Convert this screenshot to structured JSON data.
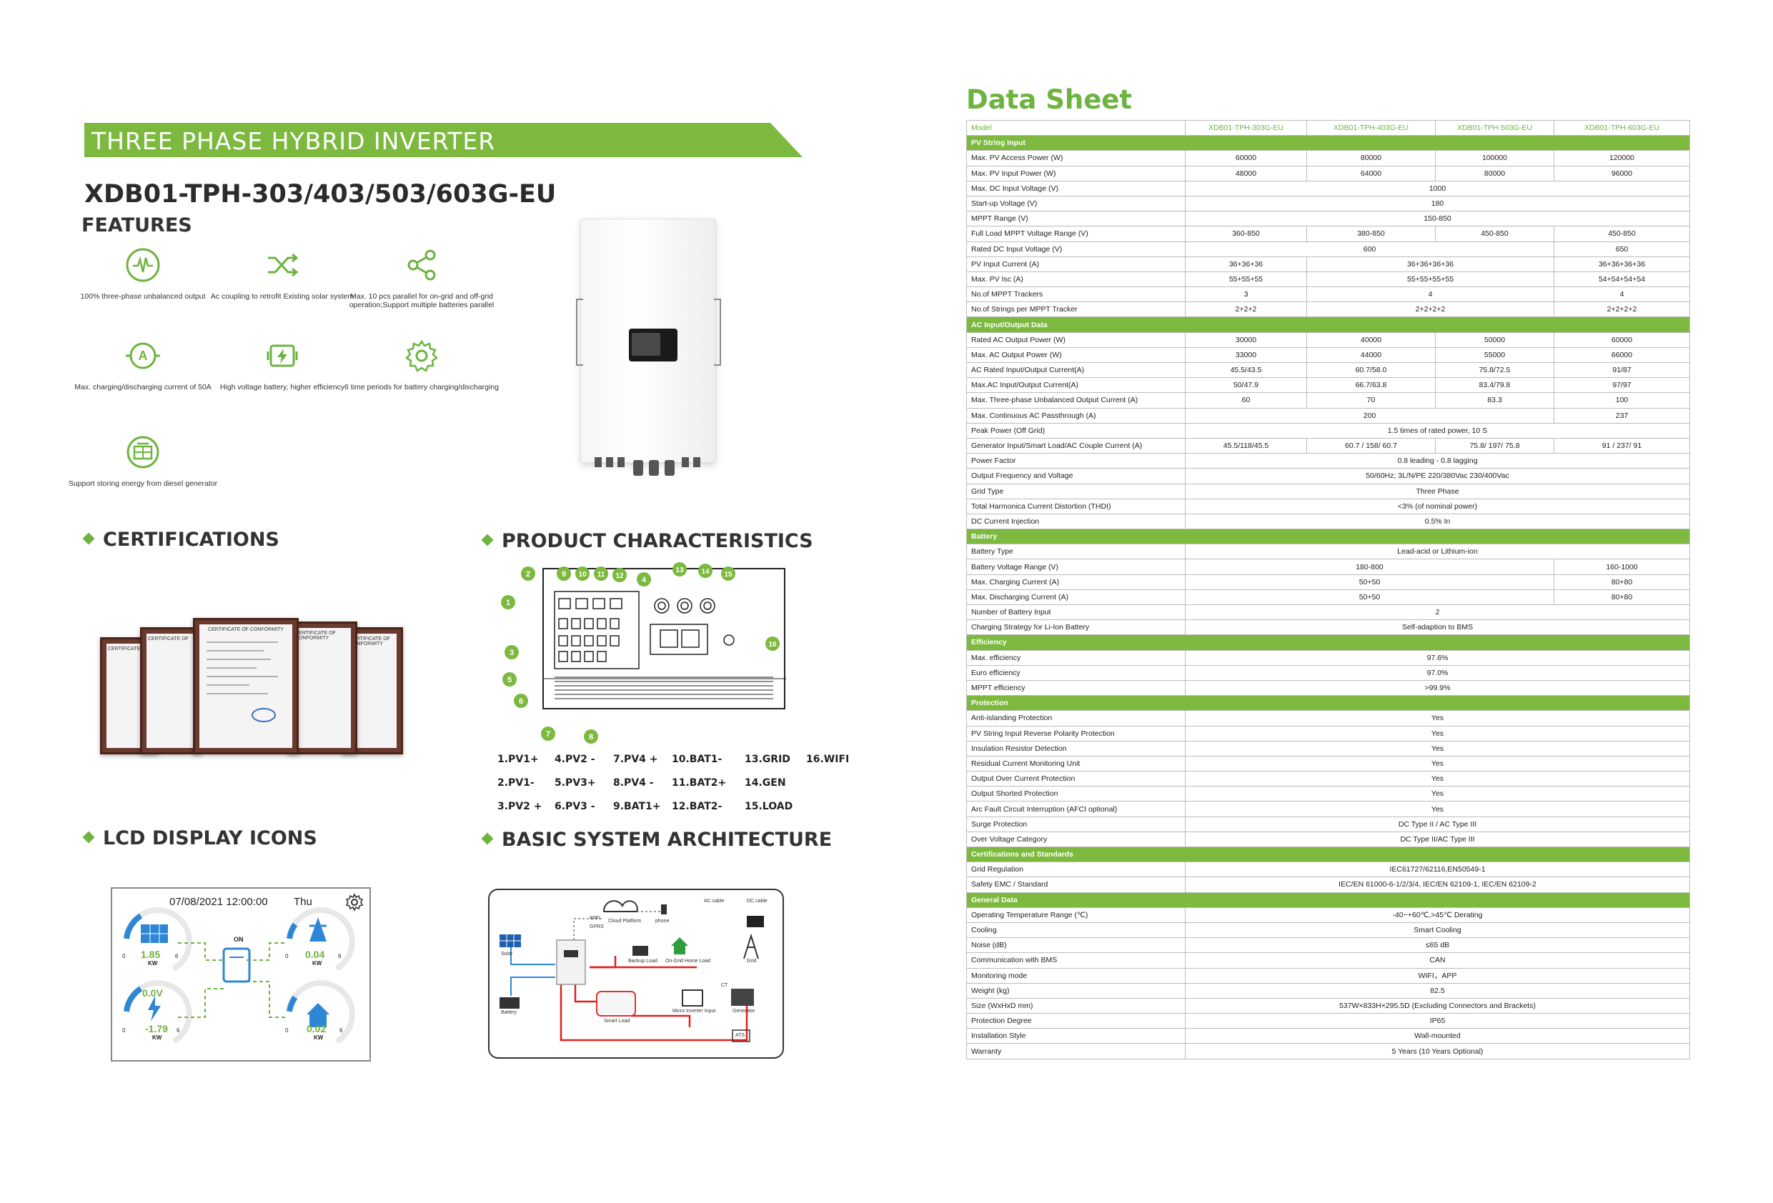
{
  "header": {
    "banner": "THREE PHASE HYBRID INVERTER",
    "model": "XDB01-TPH-303/403/503/603G-EU"
  },
  "colors": {
    "accent": "#6db33f",
    "banner": "#7cb93e",
    "frame": "#6b3a2e"
  },
  "features": {
    "title": "FEATURES",
    "items": [
      {
        "icon": "waveform-circle-icon",
        "label": "100% three-phase unbalanced output"
      },
      {
        "icon": "shuffle-arrows-icon",
        "label": "Ac coupling to retrofit Existing solar system"
      },
      {
        "icon": "share-nodes-icon",
        "label": "Max. 10 pcs parallel for on-grid and off-grid operation;Support multiple batteries parallel"
      },
      {
        "icon": "ampere-circle-icon",
        "label": "Max. charging/discharging current of 50A"
      },
      {
        "icon": "battery-charge-icon",
        "label": "High voltage battery, higher efficiency"
      },
      {
        "icon": "gear-icon",
        "label": "6 time periods for battery charging/discharging"
      },
      {
        "icon": "generator-icon",
        "label": "Support storing energy from diesel generator"
      }
    ]
  },
  "certifications": {
    "title": "CERTIFICATIONS",
    "doc_headers": [
      "CERTIFICATE O",
      "CERTIFICATE OF",
      "CERTIFICATE OF CONFORMITY",
      "CERTIFICATE OF CONFORMITY",
      "CERTIFICATE OF CONFORMITY"
    ]
  },
  "product": {
    "title": "PRODUCT CHARACTERISTICS",
    "callouts": [
      "1",
      "2",
      "3",
      "4",
      "5",
      "6",
      "7",
      "8",
      "9",
      "10",
      "11",
      "12",
      "13",
      "14",
      "15",
      "16"
    ],
    "ports": [
      "1.PV1+",
      "4.PV2 -",
      "7.PV4 +",
      "10.BAT1-",
      "13.GRID",
      "16.WIFI",
      "2.PV1-",
      "5.PV3+",
      "8.PV4 -",
      "11.BAT2+",
      "14.GEN",
      "3.PV2 +",
      "6.PV3 -",
      "9.BAT1+",
      "12.BAT2-",
      "15.LOAD"
    ]
  },
  "lcd": {
    "title": "LCD DISPLAY ICONS",
    "datetime": "07/08/2021  12:00:00",
    "day": "Thu",
    "status": "ON",
    "pv_value": "1.85",
    "pv_unit": "KW",
    "grid_value": "0.04",
    "grid_unit": "KW",
    "batt_voltage": "0.0V",
    "batt_value": "-1.79",
    "batt_unit": "KW",
    "load_value": "0.02",
    "load_unit": "KW",
    "scale_min": "0",
    "scale_max": "6"
  },
  "architecture": {
    "title": "BASIC SYSTEM ARCHITECTURE",
    "labels": {
      "solar": "Solar",
      "battery": "Battery",
      "wifi": "WIFI",
      "gprs": "GPRS",
      "cloud": "Cloud Platform",
      "phone": "phone",
      "ac_cable": "AC cable",
      "dc_cable": "DC cable",
      "backup": "Backup Load",
      "ongrid": "On-Grid Home Load",
      "grid": "Grid",
      "smart": "Smart Load",
      "micro": "Micro Inverter Input",
      "ct": "CT",
      "generator": "Generator",
      "ats": "ATS"
    }
  },
  "datasheet": {
    "title": "Data  Sheet",
    "rows": [
      {
        "t": "head",
        "cells": [
          "Model",
          "XDB01-TPH-303G-EU",
          "XDB01-TPH-403G-EU",
          "XDB01-TPH-503G-EU",
          "XDB01-TPH-603G-EU"
        ]
      },
      {
        "t": "cat",
        "label": "PV String Input"
      },
      {
        "t": "r",
        "cells": [
          "Max. PV Access Power (W)",
          "60000",
          "80000",
          "100000",
          "120000"
        ]
      },
      {
        "t": "r",
        "cells": [
          "Max. PV Input Power (W)",
          "48000",
          "64000",
          "80000",
          "96000"
        ]
      },
      {
        "t": "r",
        "cells": [
          "Max. DC Input Voltage (V)",
          "1000"
        ]
      },
      {
        "t": "r",
        "cells": [
          "Start-up Voltage (V)",
          "180"
        ]
      },
      {
        "t": "r",
        "cells": [
          "MPPT Range (V)",
          "150-850"
        ]
      },
      {
        "t": "r",
        "cells": [
          "Full Load MPPT Voltage Range (V)",
          "360-850",
          "380-850",
          "450-850",
          "450-850"
        ]
      },
      {
        "t": "r",
        "s": [
          3,
          1
        ],
        "cells": [
          "Rated DC Input Voltage (V)",
          "600",
          "650"
        ]
      },
      {
        "t": "r",
        "s": [
          1,
          2,
          1
        ],
        "cells": [
          "PV Input Current (A)",
          "36+36+36",
          "36+36+36+36",
          "36+36+36+36"
        ]
      },
      {
        "t": "r",
        "s": [
          1,
          2,
          1
        ],
        "cells": [
          "Max. PV Isc (A)",
          "55+55+55",
          "55+55+55+55",
          "54+54+54+54"
        ]
      },
      {
        "t": "r",
        "s": [
          1,
          2,
          1
        ],
        "cells": [
          "No.of MPPT Trackers",
          "3",
          "4",
          "4"
        ]
      },
      {
        "t": "r",
        "s": [
          1,
          2,
          1
        ],
        "cells": [
          "No.of Strings per MPPT Tracker",
          "2+2+2",
          "2+2+2+2",
          "2+2+2+2"
        ]
      },
      {
        "t": "cat",
        "label": "AC Input/Output Data"
      },
      {
        "t": "r",
        "cells": [
          "Rated AC Output Power (W)",
          "30000",
          "40000",
          "50000",
          "60000"
        ]
      },
      {
        "t": "r",
        "cells": [
          "Max. AC Output Power (W)",
          "33000",
          "44000",
          "55000",
          "66000"
        ]
      },
      {
        "t": "r",
        "cells": [
          "AC Rated Input/Output Current(A)",
          "45.5/43.5",
          "60.7/58.0",
          "75.8/72.5",
          "91/87"
        ]
      },
      {
        "t": "r",
        "cells": [
          "Max.AC Input/Output Current(A)",
          "50/47.9",
          "66.7/63.8",
          "83.4/79.8",
          "97/97"
        ]
      },
      {
        "t": "r",
        "cells": [
          "Max. Three-phase Unbalanced Output Current (A)",
          "60",
          "70",
          "83.3",
          "100"
        ]
      },
      {
        "t": "r",
        "s": [
          3,
          1
        ],
        "cells": [
          "Max. Continuous AC Passthrough (A)",
          "200",
          "237"
        ]
      },
      {
        "t": "r",
        "cells": [
          "Peak Power (Off Grid)",
          "1.5 times of rated power, 10 S"
        ]
      },
      {
        "t": "r",
        "cells": [
          "Generator Input/Smart Load/AC Couple Current (A)",
          "45.5/118/45.5",
          "60.7 / 158/ 60.7",
          "75.8/ 197/ 75.8",
          "91 / 237/ 91"
        ]
      },
      {
        "t": "r",
        "cells": [
          "Power Factor",
          "0.8 leading - 0.8 lagging"
        ]
      },
      {
        "t": "r",
        "cells": [
          "Output Frequency and Voltage",
          "50/60Hz; 3L/N/PE 220/380Vac 230/400Vac"
        ]
      },
      {
        "t": "r",
        "cells": [
          "Grid Type",
          "Three Phase"
        ]
      },
      {
        "t": "r",
        "cells": [
          "Total Harmonica Current Distortion (THDI)",
          "<3% (of nominal power)"
        ]
      },
      {
        "t": "r",
        "cells": [
          "DC Current Injection",
          "0.5% In"
        ]
      },
      {
        "t": "cat",
        "label": "Battery"
      },
      {
        "t": "r",
        "cells": [
          "Battery Type",
          "Lead-acid or Lithium-ion"
        ]
      },
      {
        "t": "r",
        "s": [
          3,
          1
        ],
        "cells": [
          "Battery Voltage Range (V)",
          "180-800",
          "160-1000"
        ]
      },
      {
        "t": "r",
        "s": [
          3,
          1
        ],
        "cells": [
          "Max. Charging Current (A)",
          "50+50",
          "80+80"
        ]
      },
      {
        "t": "r",
        "s": [
          3,
          1
        ],
        "cells": [
          "Max. Discharging Current (A)",
          "50+50",
          "80+80"
        ]
      },
      {
        "t": "r",
        "cells": [
          "Number of Battery Input",
          "2"
        ]
      },
      {
        "t": "r",
        "cells": [
          "Charging Strategy for Li-Ion Battery",
          "Self-adaption to BMS"
        ]
      },
      {
        "t": "cat",
        "label": "Efficiency"
      },
      {
        "t": "r",
        "cells": [
          "Max. efficiency",
          "97.6%"
        ]
      },
      {
        "t": "r",
        "cells": [
          "Euro efficiency",
          "97.0%"
        ]
      },
      {
        "t": "r",
        "cells": [
          "MPPT efficiency",
          ">99.9%"
        ]
      },
      {
        "t": "cat",
        "label": "Protection"
      },
      {
        "t": "r",
        "cells": [
          "Anti-islanding Protection",
          "Yes"
        ]
      },
      {
        "t": "r",
        "cells": [
          "PV String Input Reverse Polarity Protection",
          "Yes"
        ]
      },
      {
        "t": "r",
        "cells": [
          "Insulation Resistor Detection",
          "Yes"
        ]
      },
      {
        "t": "r",
        "cells": [
          "Residual Current Monitoring Unit",
          "Yes"
        ]
      },
      {
        "t": "r",
        "cells": [
          "Output Over Current Protection",
          "Yes"
        ]
      },
      {
        "t": "r",
        "cells": [
          "Output Shorted Protection",
          "Yes"
        ]
      },
      {
        "t": "r",
        "cells": [
          "Arc Fault Circuit Interruption (AFCI optional)",
          "Yes"
        ]
      },
      {
        "t": "r",
        "cells": [
          "Surge Protection",
          "DC Type II / AC Type III"
        ]
      },
      {
        "t": "r",
        "cells": [
          "Over Voltage Category",
          "DC Type II/AC Type III"
        ]
      },
      {
        "t": "cat",
        "label": "Certifications and Standards"
      },
      {
        "t": "r",
        "cells": [
          "Grid Regulation",
          "IEC61727/62116,EN50549-1"
        ]
      },
      {
        "t": "r",
        "cells": [
          "Safety EMC / Standard",
          "IEC/EN 61000-6-1/2/3/4, IEC/EN 62109-1, IEC/EN 62109-2"
        ]
      },
      {
        "t": "cat",
        "label": "General Data"
      },
      {
        "t": "r",
        "cells": [
          "Operating Temperature Range (℃)",
          "-40~+60℃,>45℃ Derating"
        ]
      },
      {
        "t": "r",
        "cells": [
          "Cooling",
          "Smart Cooling"
        ]
      },
      {
        "t": "r",
        "cells": [
          "Noise (dB)",
          "≤65 dB"
        ]
      },
      {
        "t": "r",
        "cells": [
          "Communication with BMS",
          "CAN"
        ]
      },
      {
        "t": "r",
        "cells": [
          "Monitoring mode",
          "WIFI，APP"
        ]
      },
      {
        "t": "r",
        "cells": [
          "Weight (kg)",
          "82.5"
        ]
      },
      {
        "t": "r",
        "cells": [
          "Size (WxHxD mm)",
          "537W×833H×295.5D  (Excluding Connectors and Brackets)"
        ]
      },
      {
        "t": "r",
        "cells": [
          "Protection Degree",
          "IP65"
        ]
      },
      {
        "t": "r",
        "cells": [
          "Installation Style",
          "Wall-mounted"
        ]
      },
      {
        "t": "r",
        "cells": [
          "Warranty",
          "5 Years (10 Years Optional)"
        ]
      }
    ]
  }
}
